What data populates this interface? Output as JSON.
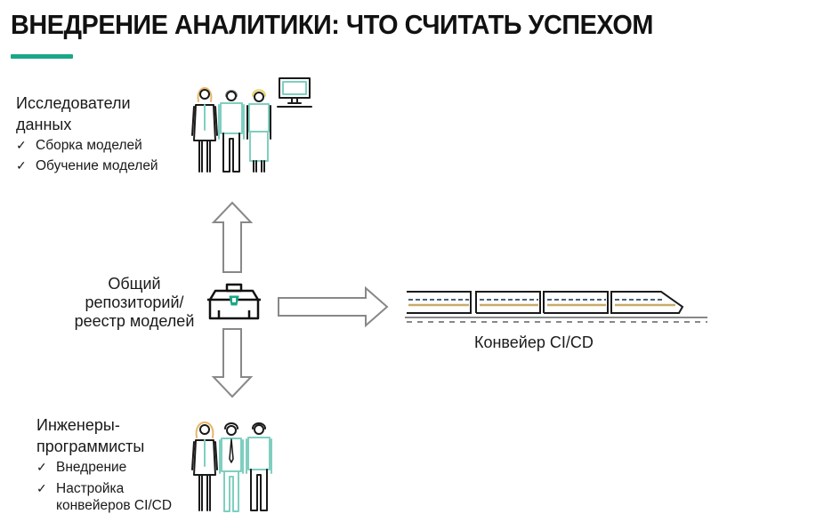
{
  "title": "ВНЕДРЕНИЕ АНАЛИТИКИ: ЧТО СЧИТАТЬ УСПЕХОМ",
  "colors": {
    "accent": "#1aa787",
    "teal_figure": "#7fcfc0",
    "orange_hair": "#e8b56a",
    "yellow_hair": "#e6d36a",
    "arrow_gray": "#888888",
    "train_gold": "#c9aa6a",
    "train_dash": "#44637a"
  },
  "data_scientists": {
    "heading_line1": "Исследователи",
    "heading_line2": "данных",
    "items": [
      {
        "check": "✓",
        "label": "Сборка моделей"
      },
      {
        "check": "✓",
        "label": "Обучение моделей"
      }
    ]
  },
  "repository": {
    "line1": "Общий",
    "line2": "репозиторий/",
    "line3": "реестр моделей"
  },
  "pipeline": {
    "label": "Конвейер CI/CD"
  },
  "engineers": {
    "heading_line1": "Инженеры-",
    "heading_line2": "программисты",
    "items": [
      {
        "check": "✓",
        "label": "Внедрение"
      },
      {
        "check": "✓",
        "label": "Настройка",
        "label2": "конвейеров CI/CD"
      }
    ]
  }
}
